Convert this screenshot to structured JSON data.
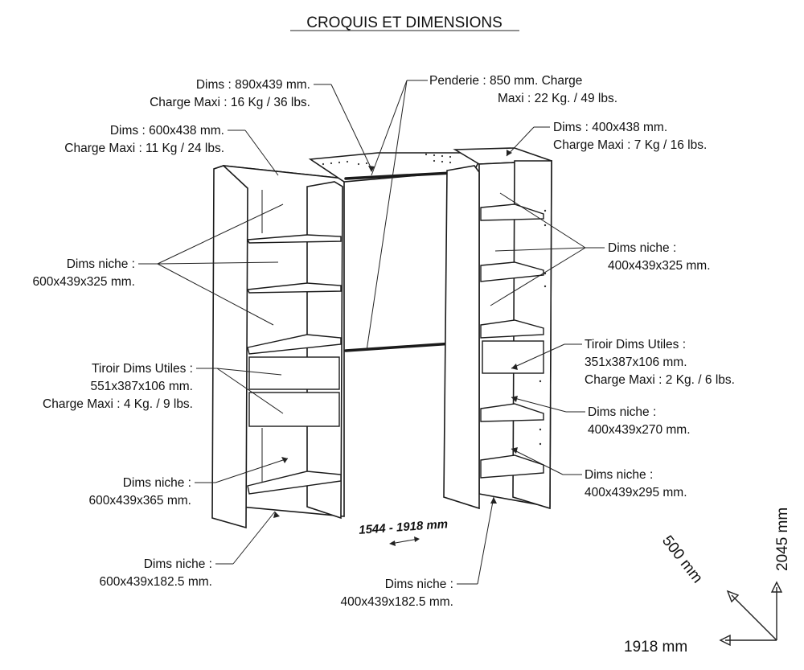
{
  "title": "CROQUIS ET DIMENSIONS",
  "labels": {
    "top_center": [
      "Dims : 890x439 mm.",
      "Charge Maxi : 16 Kg / 36 lbs."
    ],
    "top_left": [
      "Dims : 600x438 mm.",
      "Charge Maxi : 11 Kg / 24 lbs."
    ],
    "penderie": [
      "Penderie : 850 mm.  Charge",
      "Maxi : 22 Kg. / 49 lbs."
    ],
    "top_right": [
      "Dims : 400x438 mm.",
      "Charge Maxi : 7 Kg / 16 lbs."
    ],
    "left_niche": [
      "Dims niche :",
      "600x439x325 mm."
    ],
    "right_niche": [
      "Dims niche :",
      "400x439x325 mm."
    ],
    "left_drawer": [
      "Tiroir Dims Utiles :",
      "551x387x106 mm.",
      "Charge Maxi : 4 Kg. / 9 lbs."
    ],
    "right_drawer": [
      "Tiroir Dims Utiles :",
      "351x387x106 mm.",
      "Charge Maxi : 2 Kg. / 6 lbs."
    ],
    "right_niche_270": [
      "Dims niche :",
      "400x439x270 mm."
    ],
    "left_niche_365": [
      "Dims niche :",
      "600x439x365 mm."
    ],
    "right_niche_295": [
      "Dims niche :",
      "400x439x295 mm."
    ],
    "left_niche_bottom": [
      "Dims niche :",
      "600x439x182.5 mm."
    ],
    "right_niche_bottom": [
      "Dims niche :",
      "400x439x182.5 mm."
    ]
  },
  "width_range": "1544 - 1918 mm",
  "overall": {
    "depth": "500 mm",
    "height": "2045 mm",
    "width": "1918 mm"
  }
}
